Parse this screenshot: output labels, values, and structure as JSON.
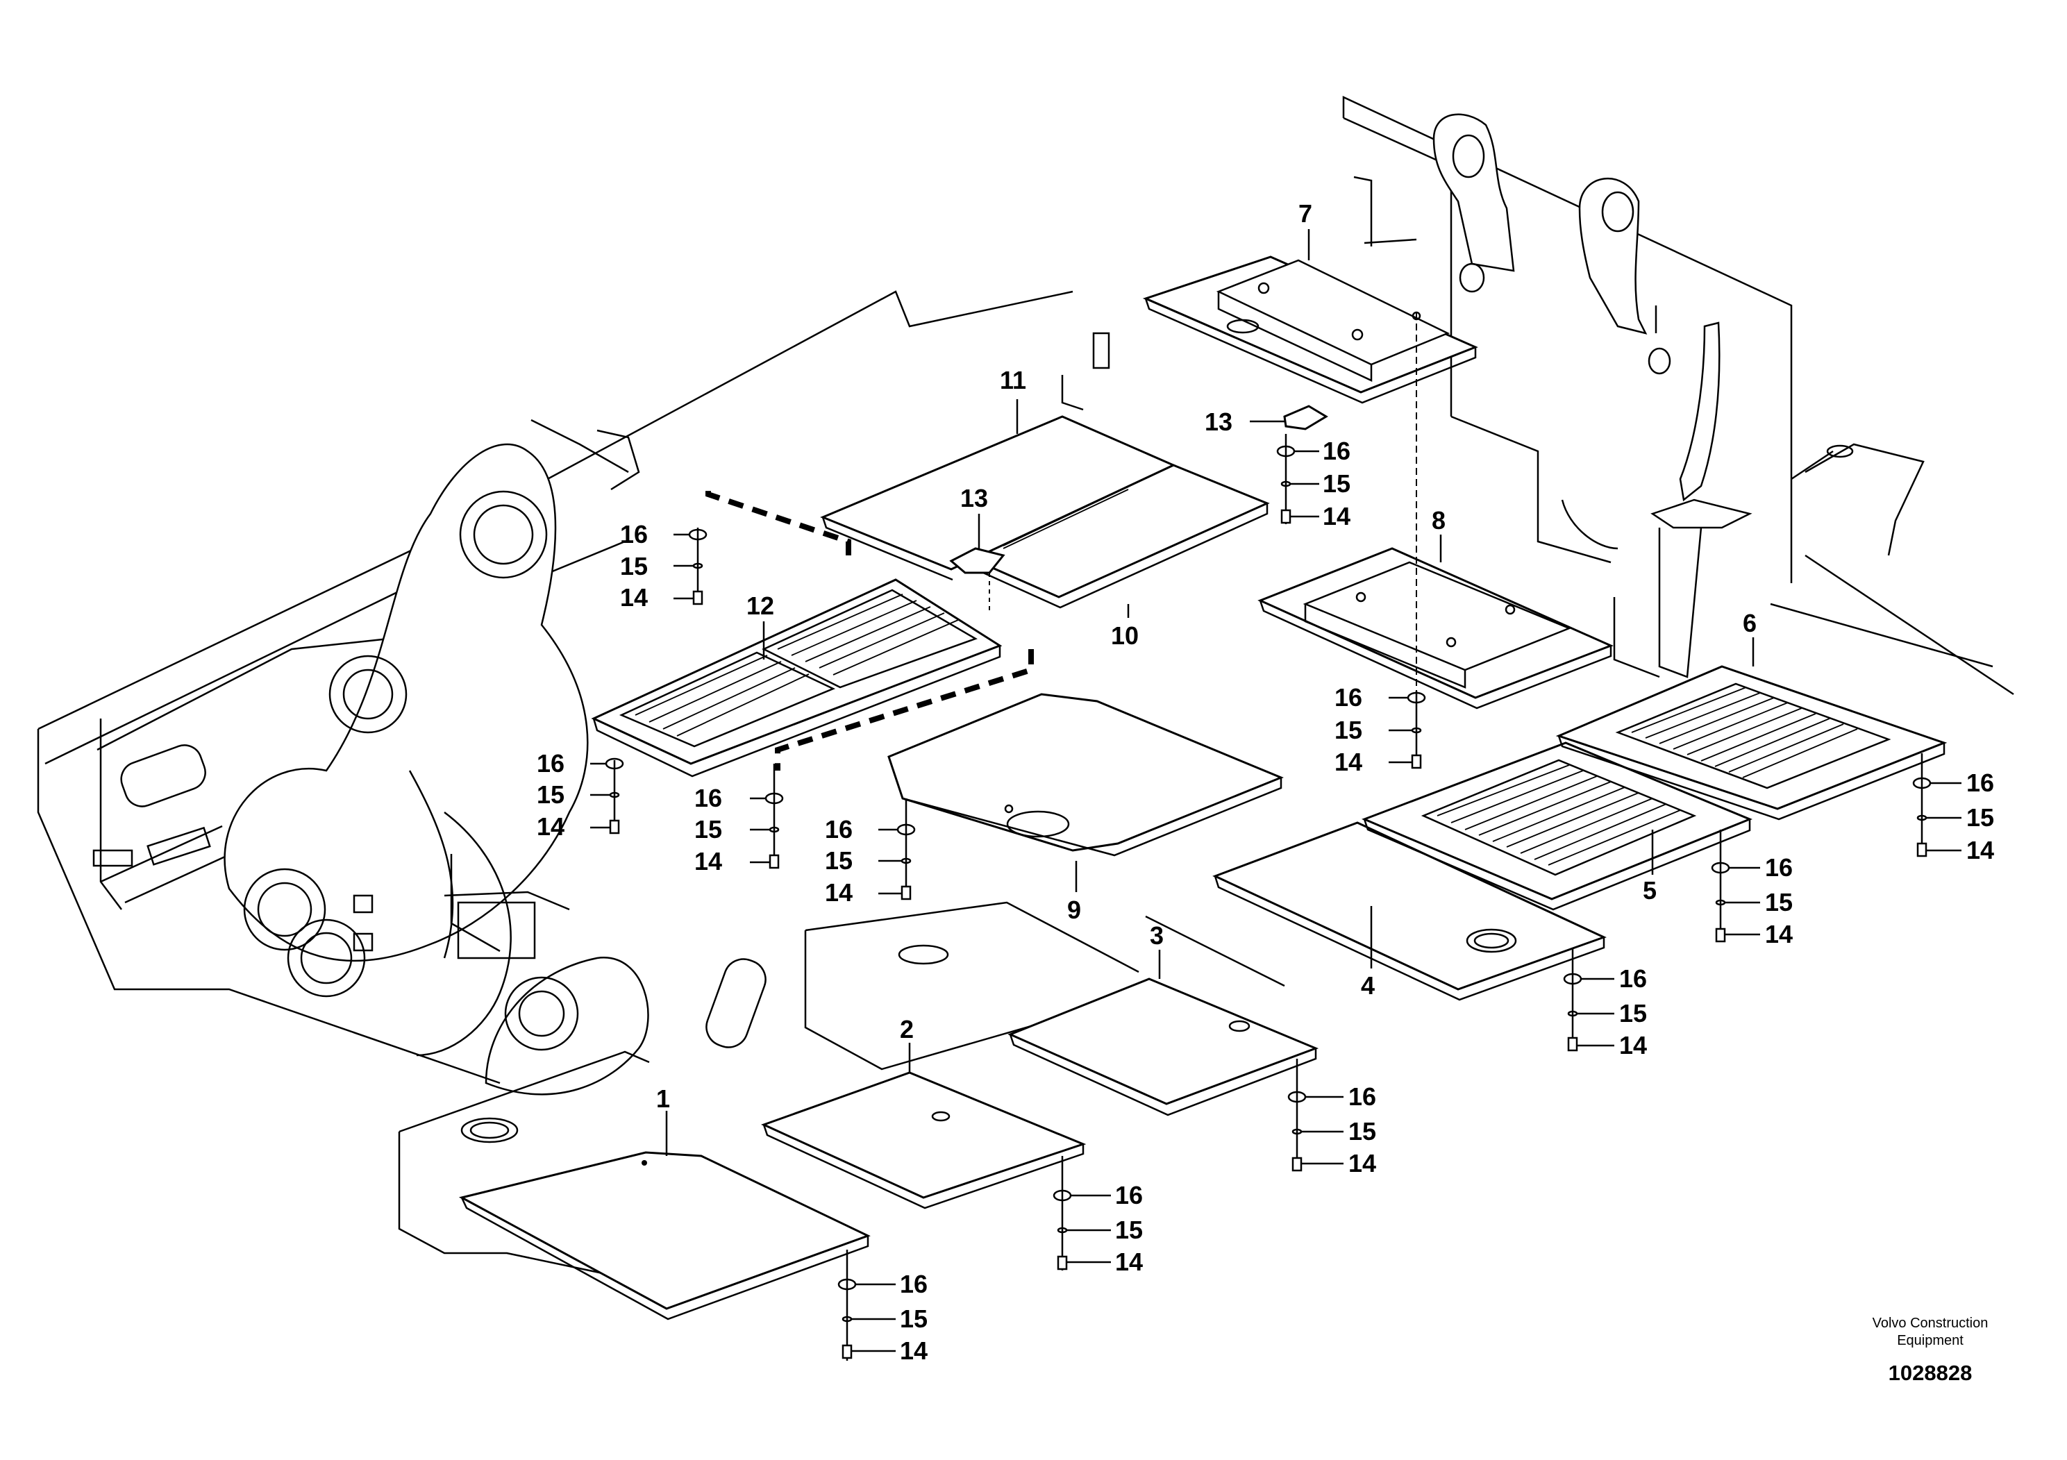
{
  "callouts": {
    "c1": "1",
    "c2": "2",
    "c3": "3",
    "c4": "4",
    "c5": "5",
    "c6": "6",
    "c7": "7",
    "c8": "8",
    "c9": "9",
    "c10": "10",
    "c11": "11",
    "c12": "12",
    "c13": "13",
    "c14": "14",
    "c15": "15",
    "c16": "16"
  },
  "footer": {
    "brand_line1": "Volvo Construction",
    "brand_line2": "Equipment",
    "doc_number": "1028828"
  },
  "colors": {
    "line": "#000000",
    "background": "#ffffff"
  }
}
